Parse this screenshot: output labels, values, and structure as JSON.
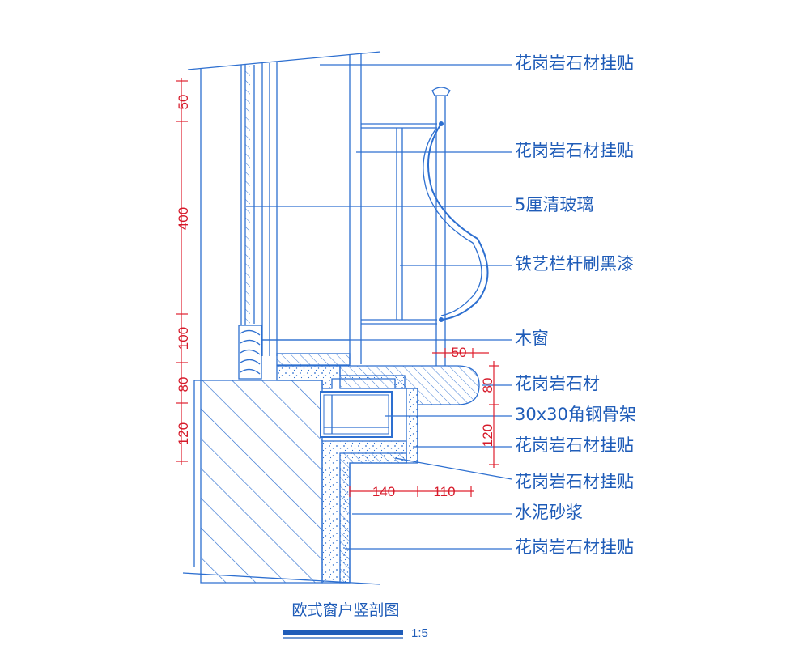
{
  "labels": [
    "花岗岩石材挂贴",
    "花岗岩石材挂贴",
    "5厘清玻璃",
    "铁艺栏杆刷黑漆",
    "木窗",
    "花岗岩石材",
    "30x30角钢骨架",
    "花岗岩石材挂贴",
    "花岗岩石材挂贴",
    "水泥砂浆",
    "花岗岩石材挂贴"
  ],
  "dimensions": {
    "left": [
      "50",
      "400",
      "100",
      "80",
      "120"
    ],
    "sill_width": "50",
    "sill_height": "80",
    "bracket_height": "120",
    "bottom": [
      "140",
      "110"
    ]
  },
  "title": "欧式窗户竖剖图",
  "scale": "1:5",
  "colors": {
    "line": "#2d6fd0",
    "text": "#1f5cb8",
    "dimension": "#d61a2a",
    "background": "#ffffff"
  }
}
